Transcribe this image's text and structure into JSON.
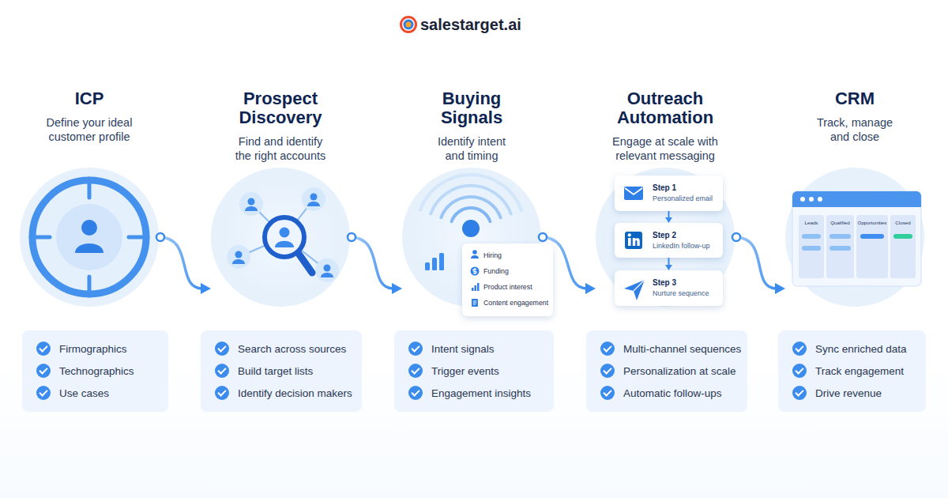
{
  "diagram": {
    "nodes": [
      {
        "text": [
          "ICP",
          "Define your ideal customer profile"
        ]
      },
      {
        "text": [
          "Firmographics",
          "Technographics",
          "Use cases"
        ]
      },
      {
        "text": [
          "Prospect Discovery",
          "Find and identify the right accounts"
        ]
      },
      {
        "text": [
          "Search across sources",
          "Build target lists",
          "Identify decision makers"
        ]
      },
      {
        "text": [
          "Buying Signals",
          "Identify intent and timing"
        ]
      },
      {
        "text": [
          "Hiring",
          "Funding",
          "Product interest",
          "Content engagement"
        ],
        "in": 4
      },
      {
        "text": [
          "Intent signals",
          "Trigger events",
          "Engagement insights"
        ]
      },
      {
        "text": [
          "Outreach Automation",
          "Engage at scale with relevant messaging"
        ]
      },
      {
        "text": [
          "Step 1",
          "Personalized email"
        ],
        "in": 7
      },
      {
        "text": [
          "Step 2",
          "LinkedIn follow-up"
        ],
        "in": 7
      },
      {
        "text": [
          "Step 3",
          "Nurture sequence"
        ],
        "in": 7
      },
      {
        "text": [
          "Multi-channel sequences",
          "Personalization at scale",
          "Automatic follow-ups"
        ]
      },
      {
        "text": [
          "CRM",
          "Track, manage and close"
        ]
      },
      {
        "text": [
          "Leads"
        ],
        "in": 12
      },
      {
        "text": [
          "Qualified"
        ],
        "in": 12
      },
      {
        "text": [
          "Opportunities"
        ],
        "in": 12
      },
      {
        "text": [
          "Closed"
        ],
        "in": 12
      },
      {
        "text": [
          "Sync enriched data",
          "Track engagement",
          "Drive revenue"
        ]
      }
    ],
    "edges": [
      {
        "from": 0,
        "to": 2,
        "arrow": "to"
      },
      {
        "from": 2,
        "to": 4,
        "arrow": "to"
      },
      {
        "from": 4,
        "to": 7,
        "arrow": "to"
      },
      {
        "from": 7,
        "to": 12,
        "arrow": "to"
      },
      {
        "from": 8,
        "to": 9,
        "arrow": "to"
      },
      {
        "from": 9,
        "to": 10,
        "arrow": "to"
      }
    ],
    "labels": [
      "salestarget.ai"
    ]
  }
}
